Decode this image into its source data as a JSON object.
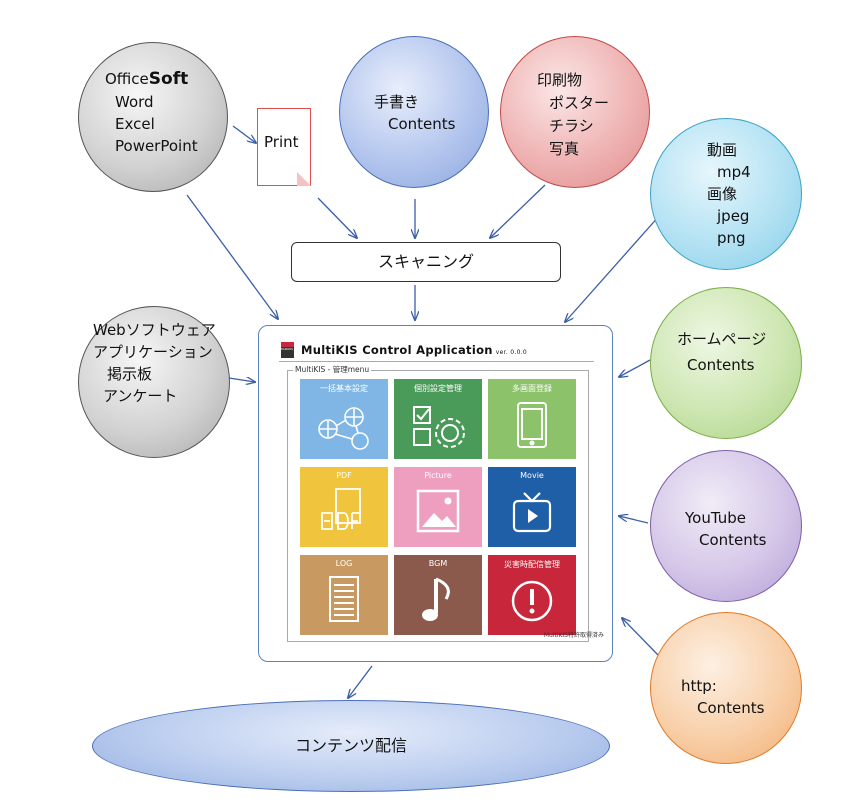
{
  "office": {
    "title_prefix": "Office",
    "title_suffix": "Soft",
    "items": [
      "Word",
      "Excel",
      "PowerPoint"
    ]
  },
  "print": {
    "label": "Print"
  },
  "handwriting": {
    "title": "手書き",
    "sub": "Contents"
  },
  "printed": {
    "title": "印刷物",
    "items": [
      "ポスター",
      "チラシ",
      "写真"
    ]
  },
  "media": {
    "video": "動画",
    "video_format": "mp4",
    "image": "画像",
    "image_formats": [
      "jpeg",
      "png"
    ]
  },
  "scanning": {
    "label": "スキャニング"
  },
  "web": {
    "lines": [
      "Webソフトウェア",
      "アプリケーション",
      "掲示板",
      "アンケート"
    ]
  },
  "homepage": {
    "title": "ホームページ",
    "sub": "Contents"
  },
  "youtube": {
    "title": "YouTube",
    "sub": "Contents"
  },
  "http": {
    "title": "http:",
    "sub": "Contents"
  },
  "app": {
    "logo_text": "MultiKIS",
    "title": "MultiKIS Control Application",
    "version": "ver. 0.0.0",
    "menu_label": "MultiKIS - 管理menu",
    "tiles": [
      {
        "label": "一括基本設定",
        "color": "#7fb6e5",
        "icon": "globe-network-icon"
      },
      {
        "label": "個別設定管理",
        "color": "#4a9a5a",
        "icon": "checklist-gear-icon"
      },
      {
        "label": "多画面登録",
        "color": "#8cc26a",
        "icon": "tablet-icon"
      },
      {
        "label": "PDF",
        "color": "#f0c43c",
        "icon": "pdf-icon"
      },
      {
        "label": "Picture",
        "color": "#ee9fc0",
        "icon": "picture-icon"
      },
      {
        "label": "Movie",
        "color": "#1e5fa8",
        "icon": "tv-play-icon"
      },
      {
        "label": "LOG",
        "color": "#c89a62",
        "icon": "document-icon"
      },
      {
        "label": "BGM",
        "color": "#8c5a4c",
        "icon": "music-note-icon"
      },
      {
        "label": "災害時配信管理",
        "color": "#c8263a",
        "icon": "exclamation-icon"
      }
    ],
    "footer": "MultiKIS特許取得済み"
  },
  "distribution": {
    "label": "コンテンツ配信"
  }
}
